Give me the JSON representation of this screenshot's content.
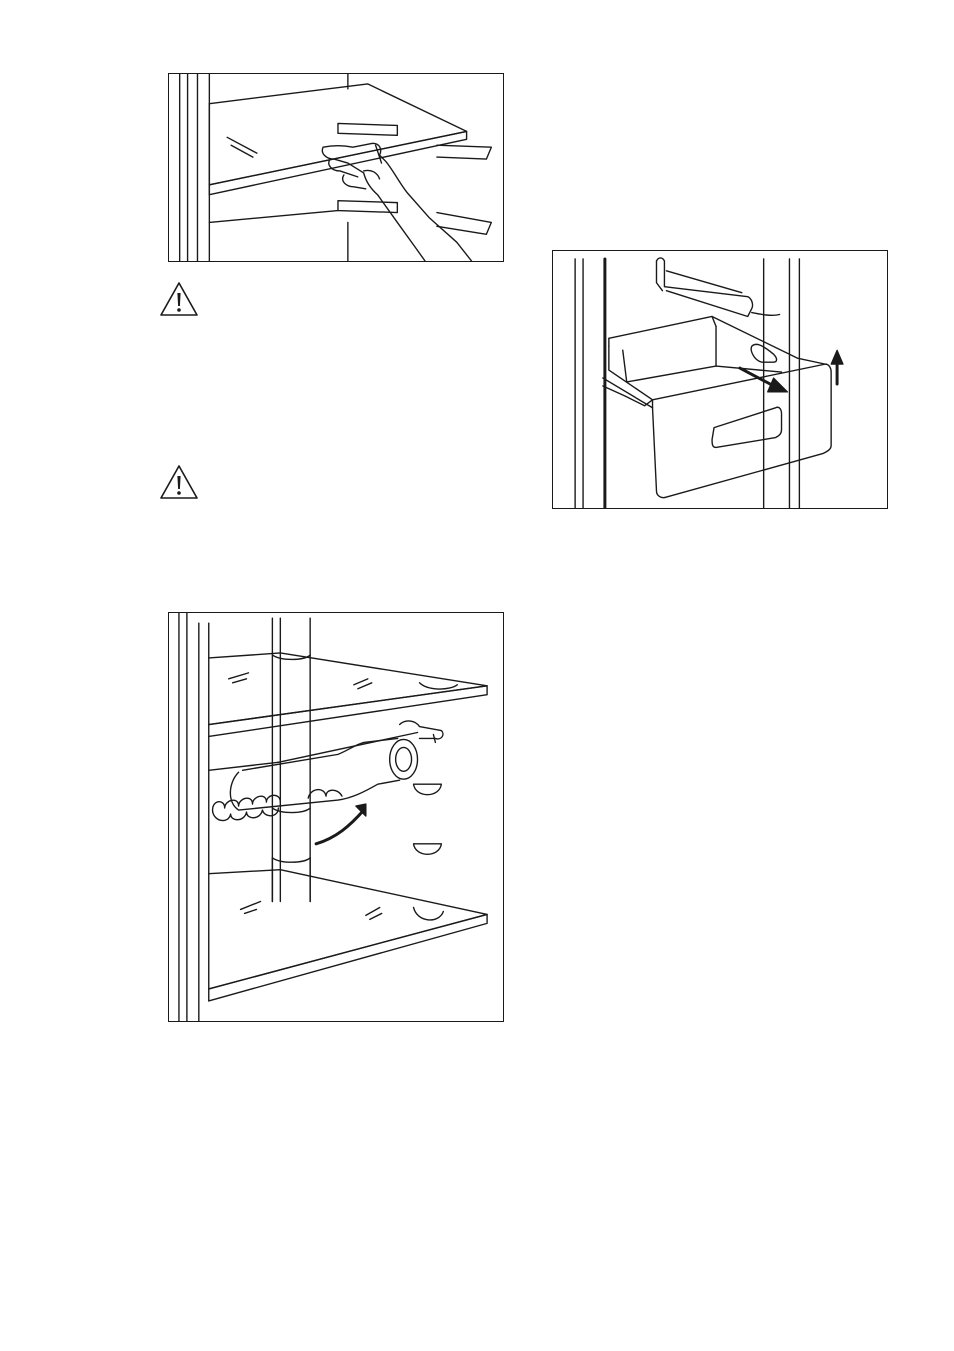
{
  "page": {
    "background": "#ffffff",
    "ink": "#1a1a1a"
  },
  "figures": [
    {
      "id": "shelf-removal",
      "icon": "hand-lifting-glass-shelf"
    },
    {
      "id": "bottle-rack",
      "icon": "bottle-rack-rotate"
    },
    {
      "id": "drawer-removal",
      "icon": "drawer-pull-lift"
    }
  ],
  "warnings": [
    {
      "icon": "warning-triangle-icon"
    },
    {
      "icon": "warning-triangle-icon"
    }
  ]
}
